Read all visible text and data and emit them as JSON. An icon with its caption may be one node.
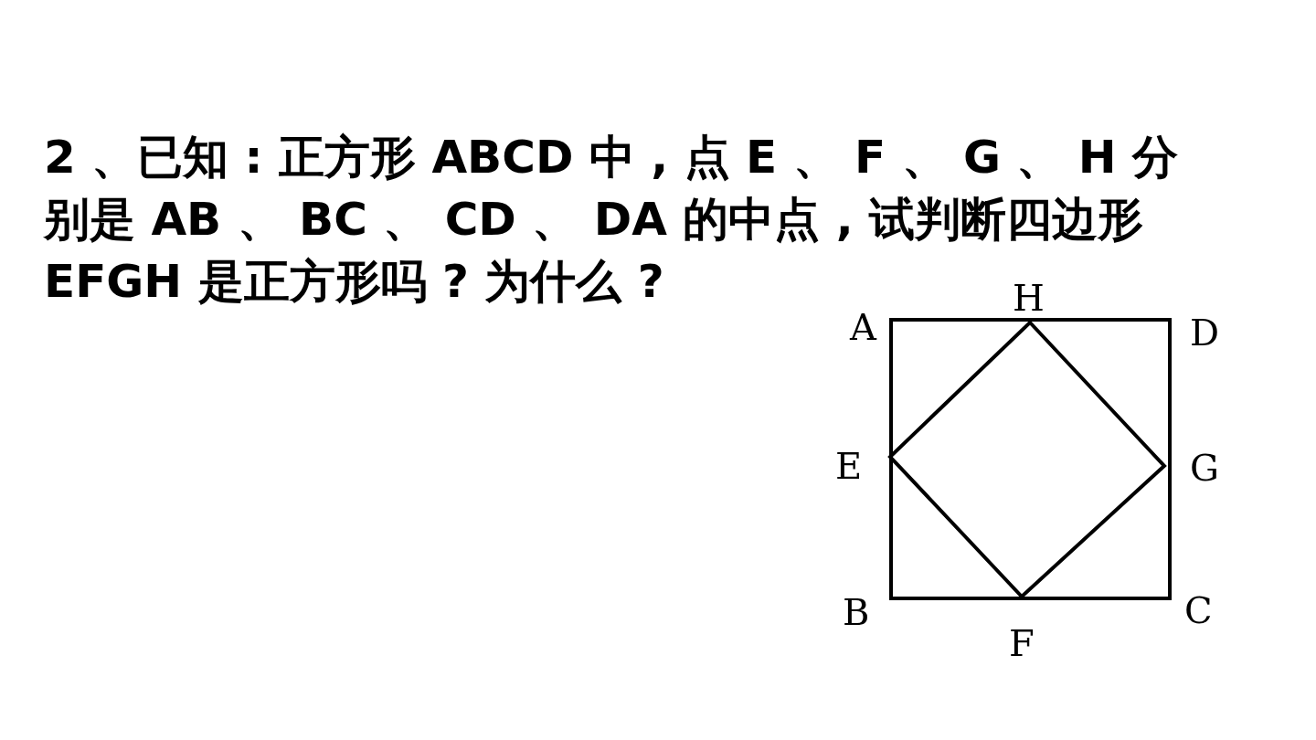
{
  "diagram": {
    "title": "2 、已知 : 正方形 ABCD 中 , 点 E 、 F 、 G 、 H 分别是 AB 、 BC 、 CD 、 DA 的中点 , 试判断四边形 EFGH 是正方形吗 ? 为什么 ?",
    "labels": [
      "H",
      "A",
      "D",
      "E",
      "G",
      "B",
      "C",
      "F"
    ]
  }
}
